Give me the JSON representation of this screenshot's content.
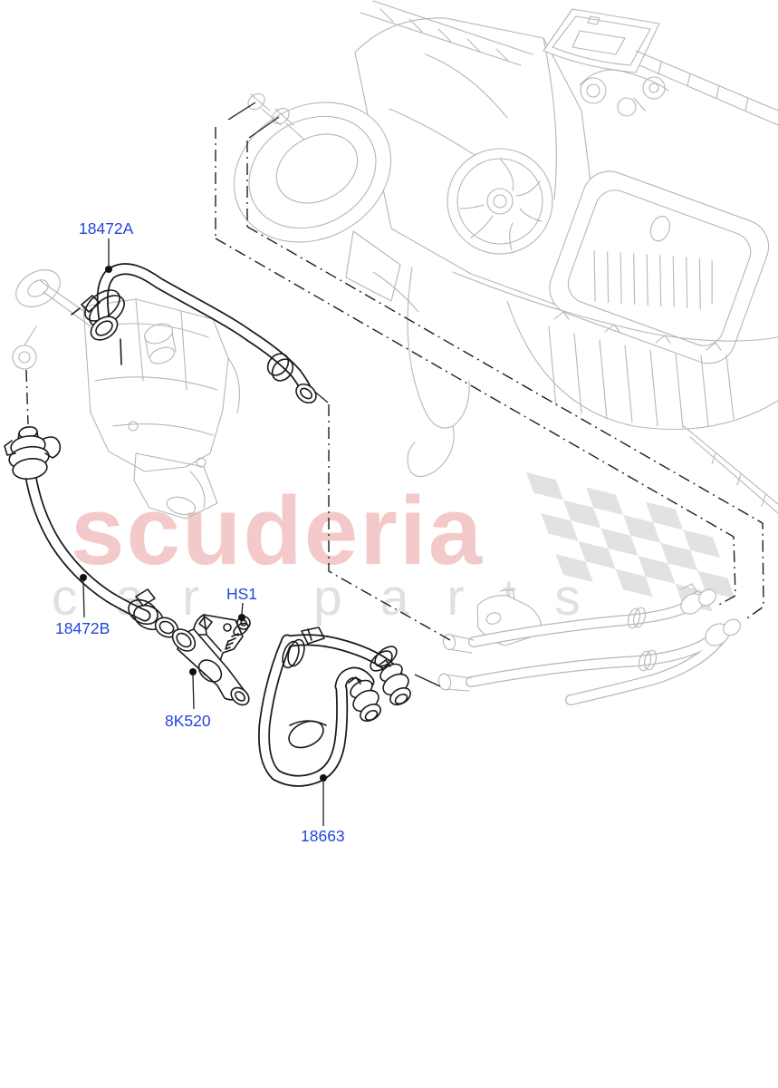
{
  "watermark": {
    "brand": "scuderia",
    "tagline": "car parts",
    "brand_color": "rgba(214,60,60,0.28)",
    "tagline_color": "rgba(0,0,0,0.12)",
    "flag_color": "#d9d9d9"
  },
  "diagram": {
    "label_color": "#2244dd",
    "labels": {
      "hose_upper": "18472A",
      "hose_lower": "18472B",
      "screw": "HS1",
      "valve": "8K520",
      "hose_u_shaped": "18663"
    }
  }
}
